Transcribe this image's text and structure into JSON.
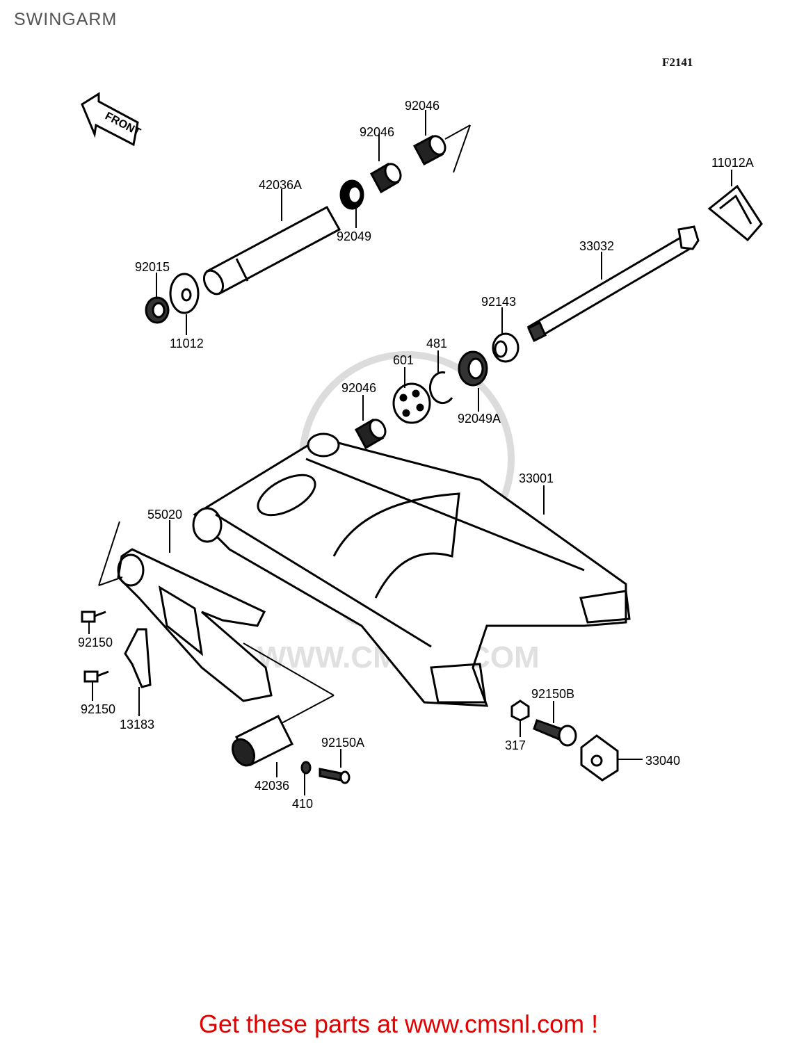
{
  "header": {
    "title": "SWINGARM",
    "figure_code": "F2141"
  },
  "front_arrow": {
    "label": "FRONT"
  },
  "watermark": {
    "brand": "CMS",
    "site": "WWW.CMSNL.COM"
  },
  "parts": [
    {
      "id": "p-92046-top",
      "number": "92046"
    },
    {
      "id": "p-92046-upper",
      "number": "92046"
    },
    {
      "id": "p-42036A",
      "number": "42036A"
    },
    {
      "id": "p-92049",
      "number": "92049"
    },
    {
      "id": "p-92015",
      "number": "92015"
    },
    {
      "id": "p-11012",
      "number": "11012"
    },
    {
      "id": "p-11012A",
      "number": "11012A"
    },
    {
      "id": "p-33032",
      "number": "33032"
    },
    {
      "id": "p-92143",
      "number": "92143"
    },
    {
      "id": "p-481",
      "number": "481"
    },
    {
      "id": "p-601",
      "number": "601"
    },
    {
      "id": "p-92046-lower",
      "number": "92046"
    },
    {
      "id": "p-92049A",
      "number": "92049A"
    },
    {
      "id": "p-33001",
      "number": "33001"
    },
    {
      "id": "p-55020",
      "number": "55020"
    },
    {
      "id": "p-92150-a",
      "number": "92150"
    },
    {
      "id": "p-92150-b",
      "number": "92150"
    },
    {
      "id": "p-13183",
      "number": "13183"
    },
    {
      "id": "p-92150B",
      "number": "92150B"
    },
    {
      "id": "p-317",
      "number": "317"
    },
    {
      "id": "p-33040",
      "number": "33040"
    },
    {
      "id": "p-92150A",
      "number": "92150A"
    },
    {
      "id": "p-42036",
      "number": "42036"
    },
    {
      "id": "p-410",
      "number": "410"
    }
  ],
  "footer": {
    "text": "Get these parts at www.cmsnl.com !"
  },
  "colors": {
    "footer": "#e00000",
    "title": "#555555",
    "line": "#000000",
    "watermark": "#d9d9d9"
  }
}
